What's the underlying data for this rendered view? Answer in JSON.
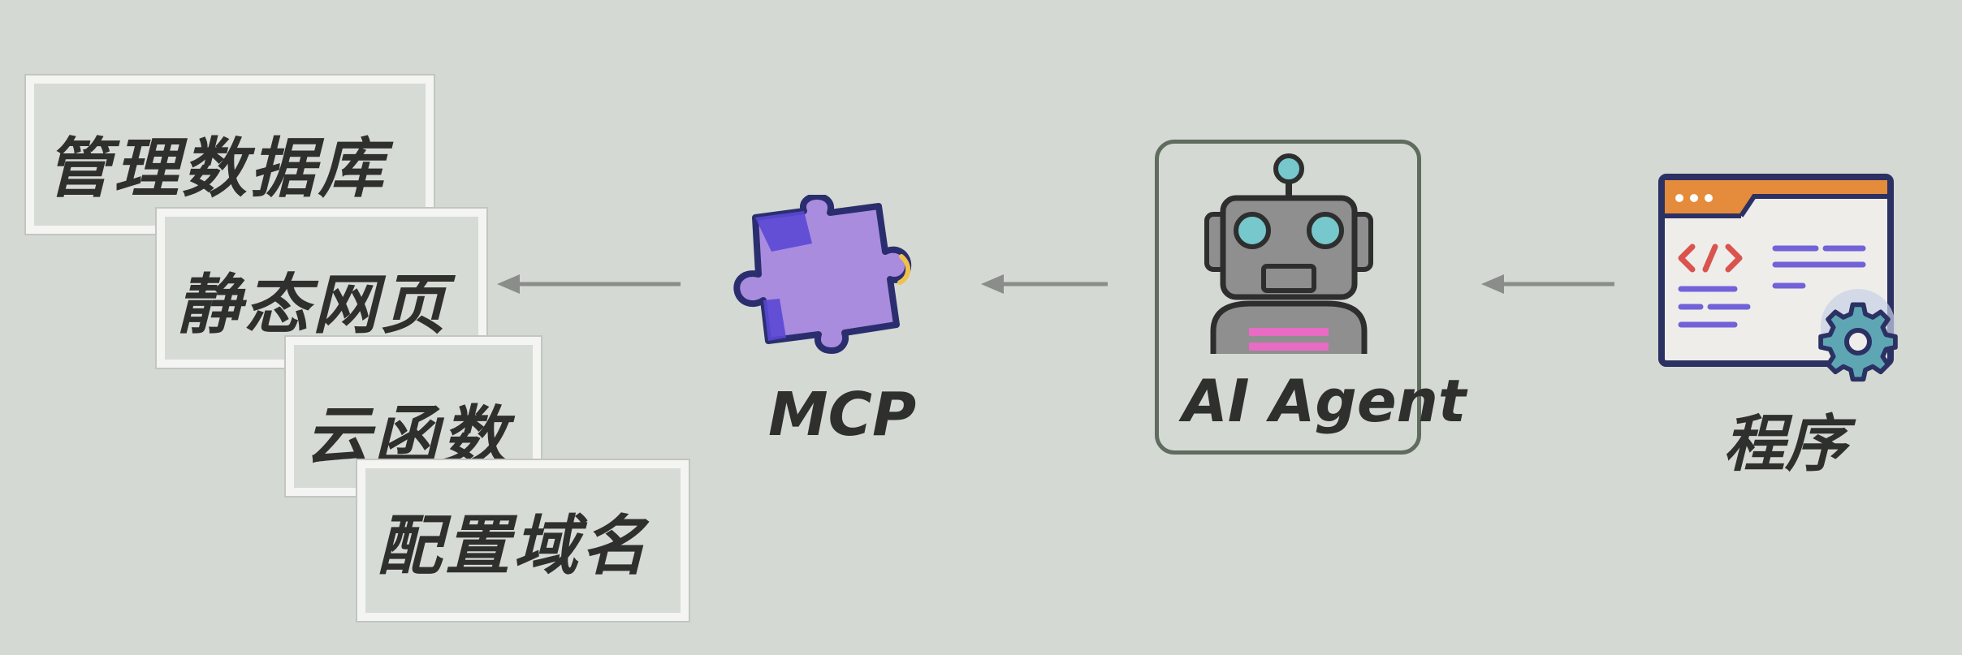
{
  "cards": [
    {
      "label": "管理数据库"
    },
    {
      "label": "静态网页"
    },
    {
      "label": "云函数"
    },
    {
      "label": "配置域名"
    }
  ],
  "nodes": {
    "mcp": {
      "label": "MCP",
      "icon": "puzzle-piece-icon"
    },
    "agent": {
      "label": "AI Agent",
      "icon": "robot-icon"
    },
    "program": {
      "label": "程序",
      "icon": "code-window-gear-icon"
    }
  },
  "colors": {
    "background": "#d4d9d3",
    "card_border": "#f4f4f2",
    "text": "#2f302e",
    "arrow": "#8a8d89",
    "puzzle_fill": "#a98cde",
    "puzzle_edge": "#4b3fc4",
    "robot_body": "#8f8f8f",
    "robot_eye": "#76c8cc",
    "window_accent": "#e48b3c",
    "code_purple": "#7162d8",
    "code_red": "#d9534f",
    "gear": "#5ea6b4"
  }
}
